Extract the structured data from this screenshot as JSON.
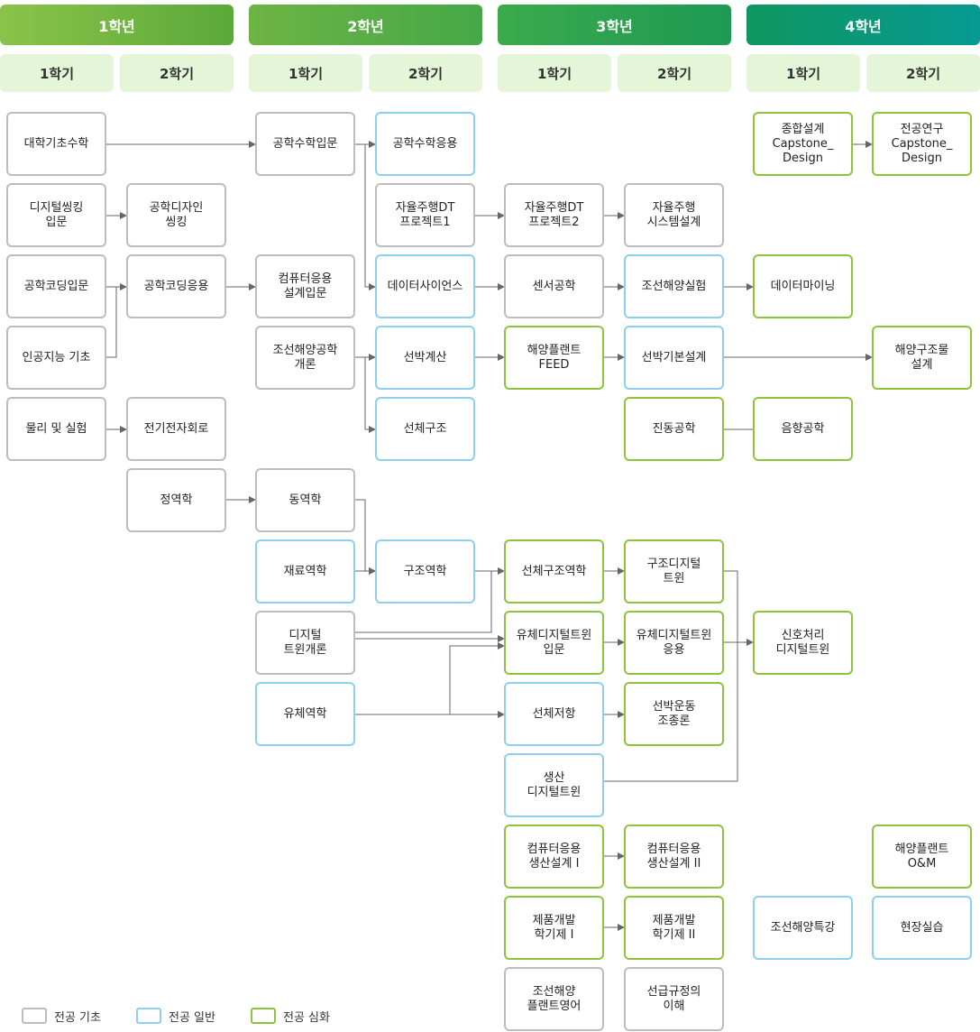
{
  "years": [
    {
      "label": "1학년",
      "color_from": "#8bc34a",
      "color_to": "#5aa93a"
    },
    {
      "label": "2학년",
      "color_from": "#6db443",
      "color_to": "#45a848"
    },
    {
      "label": "3학년",
      "color_from": "#3caa4b",
      "color_to": "#1d9a55"
    },
    {
      "label": "4학년",
      "color_from": "#0f9660",
      "color_to": "#069a92"
    }
  ],
  "semesters": [
    "1학기",
    "2학기"
  ],
  "colors": {
    "basic": "#bdbdbd",
    "general": "#8dcfee",
    "advanced": "#8cc43c",
    "line": "#666666",
    "semester_bg": "#e4f5d8"
  },
  "courses": {
    "univ_math": "대학기초수학",
    "digital_thinking": "디지털씽킹\n입문",
    "eng_coding_intro": "공학코딩입문",
    "ai_basics": "인공지능 기초",
    "physics_lab": "물리 및 실험",
    "eng_design_thinking": "공학디자인\n씽킹",
    "eng_coding_app": "공학코딩응용",
    "electric_circuits": "전기전자회로",
    "statics": "정역학",
    "eng_math_intro": "공학수학입문",
    "computer_design_intro": "컴퓨터응용\n설계입문",
    "naval_eng_intro": "조선해양공학\n개론",
    "dynamics": "동역학",
    "material_mech": "재료역학",
    "digital_twin_intro": "디지털\n트윈개론",
    "fluid_mech": "유체역학",
    "eng_math_app": "공학수학응용",
    "autonomous_dt1": "자율주행DT\n프로젝트1",
    "data_science": "데이터사이언스",
    "ship_calc": "선박계산",
    "hull_structure": "선체구조",
    "structural_mech": "구조역학",
    "autonomous_dt2": "자율주행DT\n프로젝트2",
    "sensor_eng": "센서공학",
    "offshore_feed": "해양플랜트\nFEED",
    "hull_structural_mech": "선체구조역학",
    "fluid_dt_intro": "유체디지털트윈\n입문",
    "hull_resistance": "선체저항",
    "production_dt": "생산\n디지털트윈",
    "computer_prod_design1": "컴퓨터응용\n생산설계 I",
    "product_dev1": "제품개발\n학기제 I",
    "offshore_english": "조선해양\n플랜트영어",
    "autonomous_system": "자율주행\n시스템설계",
    "naval_lab": "조선해양실험",
    "ship_basic_design": "선박기본설계",
    "vibration_eng": "진동공학",
    "structural_dt": "구조디지털\n트윈",
    "fluid_dt_app": "유체디지털트윈\n응용",
    "ship_motion": "선박운동\n조종론",
    "computer_prod_design2": "컴퓨터응용\n생산설계 II",
    "product_dev2": "제품개발\n학기제 II",
    "class_rules": "선급규정의\n이해",
    "capstone1": "종합설계\nCapstone_\nDesign",
    "data_mining": "데이터마이닝",
    "acoustics": "음향공학",
    "signal_dt": "신호처리\n디지털트윈",
    "naval_special": "조선해양특강",
    "capstone2": "전공연구\nCapstone_\nDesign",
    "offshore_structure": "해양구조물\n설계",
    "offshore_om": "해양플랜트\nO&M",
    "field_practice": "현장실습"
  },
  "legend": [
    {
      "label": "전공 기초",
      "color": "#bdbdbd"
    },
    {
      "label": "전공 일반",
      "color": "#8dcfee"
    },
    {
      "label": "전공 심화",
      "color": "#8cc43c"
    }
  ]
}
